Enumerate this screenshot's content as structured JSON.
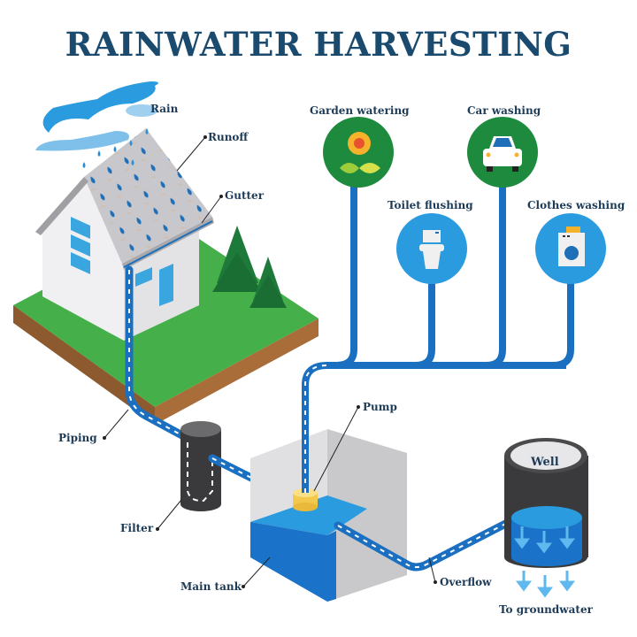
{
  "title": "RAINWATER HARVESTING",
  "labels": {
    "rain": "Rain",
    "runoff": "Runoff",
    "gutter": "Gutter",
    "piping": "Piping",
    "filter": "Filter",
    "main_tank": "Main tank",
    "pump": "Pump",
    "overflow": "Overflow",
    "well": "Well",
    "to_groundwater": "To groundwater"
  },
  "uses": [
    {
      "label": "Garden watering",
      "icon": "sunflower-icon",
      "color": "#1e8a3e"
    },
    {
      "label": "Car washing",
      "icon": "car-icon",
      "color": "#1e8a3e"
    },
    {
      "label": "Toilet flushing",
      "icon": "toilet-icon",
      "color": "#2b9be0"
    },
    {
      "label": "Clothes washing",
      "icon": "washing-machine-icon",
      "color": "#2b9be0"
    }
  ],
  "colors": {
    "title": "#1a4a6e",
    "pipe": "#1a6fc0",
    "water_light": "#2b9be0",
    "water_dark": "#1a73c9",
    "grass": "#4cb848",
    "soil": "#8c5a2e",
    "tank_wall": "#d6d6d6",
    "filter": "#3c3c3c",
    "pump": "#f2c94c"
  }
}
